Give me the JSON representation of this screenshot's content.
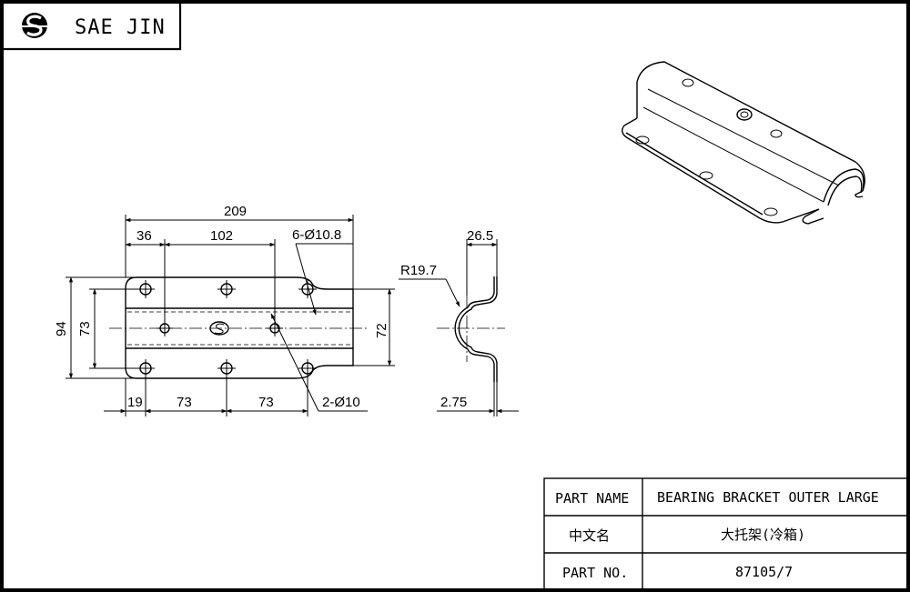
{
  "brand": {
    "name": "SAE JIN",
    "logo_icon": "sj-logo-icon"
  },
  "dimensions": {
    "overall_length": "209",
    "offset_36": "36",
    "spacing_102": "102",
    "holes_large": "6-Ø10.8",
    "height_94": "94",
    "height_73": "73",
    "width_72": "72",
    "bottom_19": "19",
    "bottom_73_a": "73",
    "bottom_73_b": "73",
    "holes_small": "2-Ø10",
    "side_26_5": "26.5",
    "radius": "R19.7",
    "thickness": "2.75"
  },
  "title_block": {
    "part_name_label": "PART NAME",
    "part_name_value": "BEARING BRACKET OUTER LARGE",
    "chinese_name_label": "中文名",
    "chinese_name_value": "大托架(冷箱)",
    "part_no_label": "PART NO.",
    "part_no_value": "87105/7"
  }
}
